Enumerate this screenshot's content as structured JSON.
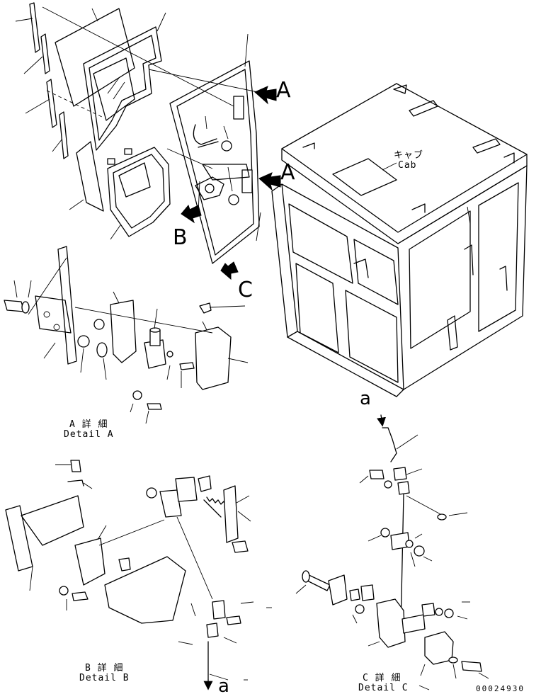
{
  "labels": {
    "view_a_top": "A",
    "view_a_mid": "A",
    "view_b": "B",
    "view_c": "C",
    "cab_jp": "キャブ",
    "cab_en": "Cab",
    "arrow_a_top": "a",
    "arrow_a_bottom": "a",
    "detail_a_jp": "A 詳 細",
    "detail_a_en": "Detail A",
    "detail_b_jp": "B 詳 細",
    "detail_b_en": "Detail B",
    "detail_c_jp": "C 詳 細",
    "detail_c_en": "Detail C",
    "drawing_number": "00024930"
  }
}
